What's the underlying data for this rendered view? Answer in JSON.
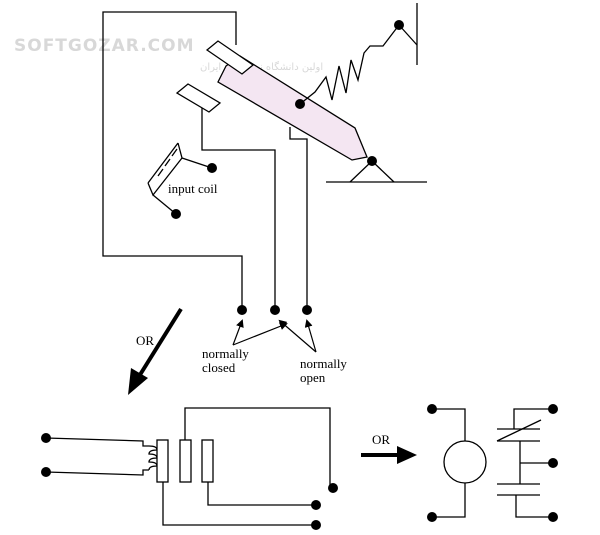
{
  "watermark": {
    "brand": "SOFTGOZAR.COM",
    "tagline": "اولین دانشگاه نرم افزار ایران"
  },
  "labels": {
    "input_coil": "input coil",
    "or_1": "OR",
    "or_2": "OR",
    "normally_closed_1": "normally",
    "normally_closed_2": "closed",
    "normally_open_1": "normally",
    "normally_open_2": "open"
  },
  "colors": {
    "stroke": "#000000",
    "armature_fill": "#f4e6f2",
    "watermark": "#d8d8d8"
  }
}
